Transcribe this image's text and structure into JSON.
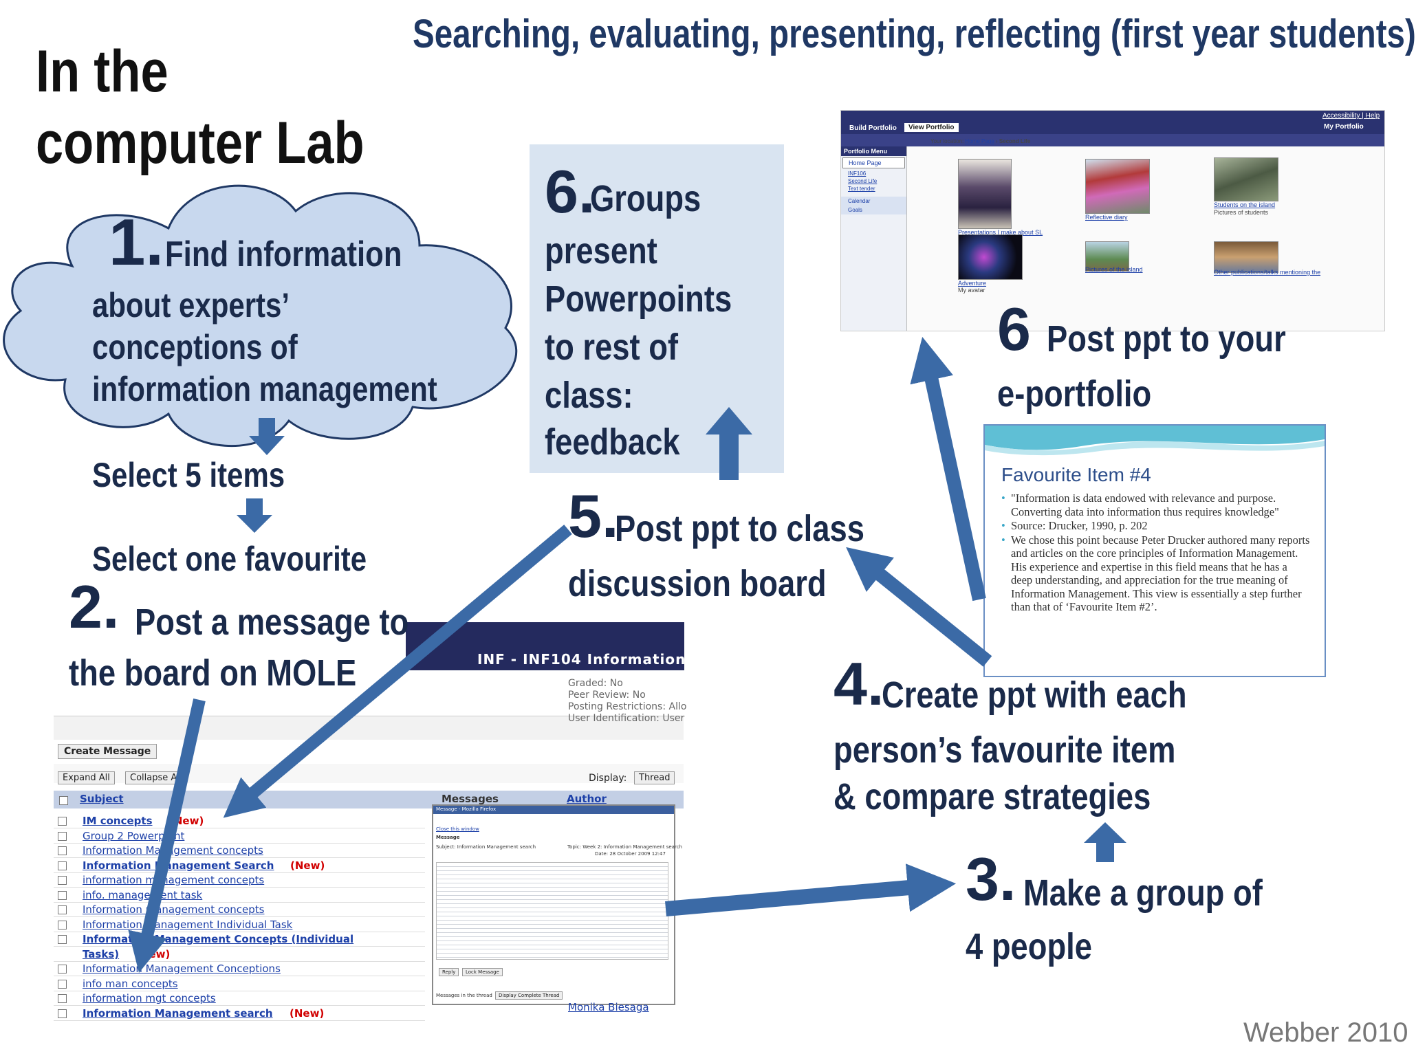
{
  "title": {
    "main_line1": "In the",
    "main_line2": "computer Lab",
    "top": "Searching, evaluating, presenting, reflecting (first year students)"
  },
  "step1": {
    "number": "1.",
    "line1": "Find information",
    "line2": "about experts’",
    "line3": "conceptions of",
    "line4": "information management",
    "select5": "Select 5 items",
    "select_fav": "Select one favourite"
  },
  "step2": {
    "number": "2.",
    "line1": "Post a message to",
    "line2": "the board  on MOLE"
  },
  "step3": {
    "number": "3.",
    "line1": "Make a group of",
    "line2": "4 people"
  },
  "step4": {
    "number": "4.",
    "line1": "Create ppt with each",
    "line2": "person’s favourite item",
    "line3": "& compare strategies"
  },
  "step5": {
    "number": "5.",
    "line1": "Post ppt to class",
    "line2": "discussion board"
  },
  "step6a": {
    "number": "6.",
    "line1": "Groups",
    "line2": "present",
    "line3": "Powerpoints",
    "line4": "to rest of",
    "line5": "class:",
    "line6": "feedback"
  },
  "step6b": {
    "number": "6",
    "line1": "Post ppt to your",
    "line2": "e-portfolio"
  },
  "portfolio": {
    "tab_build": "Build Portfolio",
    "tab_view": "View Portfolio",
    "top_links": "Accessibility | Help",
    "my_portfolio": "My Portfolio",
    "menu_title": "Portfolio Menu",
    "menu_home": "Home Page",
    "menu_items": [
      "INF106",
      "Second Life",
      "Text tender"
    ],
    "menu_calendar": "Calendar",
    "menu_goals": "Goals",
    "breadcrumb_prefix": "Your location:",
    "breadcrumb_home": "Home Page",
    "breadcrumb_current": "Second Life",
    "items": [
      {
        "link": "Presentations I make about SL",
        "sub": ""
      },
      {
        "link": "Reflective diary",
        "sub": ""
      },
      {
        "link": "Students on the island",
        "sub": "Pictures of students"
      },
      {
        "link": "Adventure",
        "sub": "My avatar"
      },
      {
        "link": "Pictures of the island",
        "sub": ""
      },
      {
        "link": "Other publications/talks mentioning the",
        "sub": ""
      }
    ]
  },
  "fav_slide": {
    "title": "Favourite Item #4",
    "bullets": [
      "\"Information is data endowed with relevance and purpose. Converting data into information thus requires knowledge\"",
      "Source: Drucker, 1990, p. 202",
      "We chose this point because Peter Drucker authored many reports and articles on the core principles of Information Management. His experience and expertise in this field means that he has a deep understanding, and appreciation for the true meaning of Information Management. This view is essentially a step further than that of ‘Favourite Item #2’."
    ]
  },
  "mole": {
    "header": "INF - INF104 Information",
    "meta": [
      "Graded: No",
      "Peer Review: No",
      "Posting Restrictions: Allo",
      "User Identification: User"
    ],
    "create_message": "Create Message",
    "expand_all": "Expand All",
    "collapse_all": "Collapse All",
    "display_label": "Display:",
    "display_value": "Thread",
    "col_subject": "Subject",
    "col_messages": "Messages",
    "col_author": "Author",
    "new_label": "(New)",
    "rows": [
      {
        "text": "IM concepts",
        "bold": true,
        "new": true
      },
      {
        "text": "Group 2 Powerpoint",
        "bold": false,
        "new": false
      },
      {
        "text": "Information Management concepts",
        "bold": false,
        "new": false
      },
      {
        "text": "Information Management Search",
        "bold": true,
        "new": true
      },
      {
        "text": "information management concepts",
        "bold": false,
        "new": false
      },
      {
        "text": "info. management task",
        "bold": false,
        "new": false
      },
      {
        "text": "Information management concepts",
        "bold": false,
        "new": false
      },
      {
        "text": "Information Management Individual Task",
        "bold": false,
        "new": false
      },
      {
        "text": "Information Management Concepts (Individual",
        "bold": true,
        "new": false
      },
      {
        "text": "Tasks)",
        "bold": true,
        "new": true
      },
      {
        "text": "Information Management Conceptions",
        "bold": false,
        "new": false
      },
      {
        "text": "info man concepts",
        "bold": false,
        "new": false
      },
      {
        "text": "information mgt concepts",
        "bold": false,
        "new": false
      },
      {
        "text": "Information Management search",
        "bold": true,
        "new": true
      }
    ],
    "author_last": "Monika Biesaga",
    "popup": {
      "title": "Message - Mozilla Firefox",
      "close": "Close this window",
      "message_label": "Message",
      "subject": "Subject: Information Management search",
      "topic": "Topic: Week 2: Information Management search",
      "date": "Date: 28 October 2009 12:47",
      "btn_reply": "Reply",
      "btn_lock": "Lock Message",
      "footer": "Messages in the thread",
      "btn_display": "Display Complete Thread"
    }
  },
  "credit": "Webber 2010",
  "colors": {
    "heading": "#1f3864",
    "arrow": "#3b6aa6",
    "cloud_fill": "#c8d8ee",
    "box_fill": "#d9e4f1"
  }
}
